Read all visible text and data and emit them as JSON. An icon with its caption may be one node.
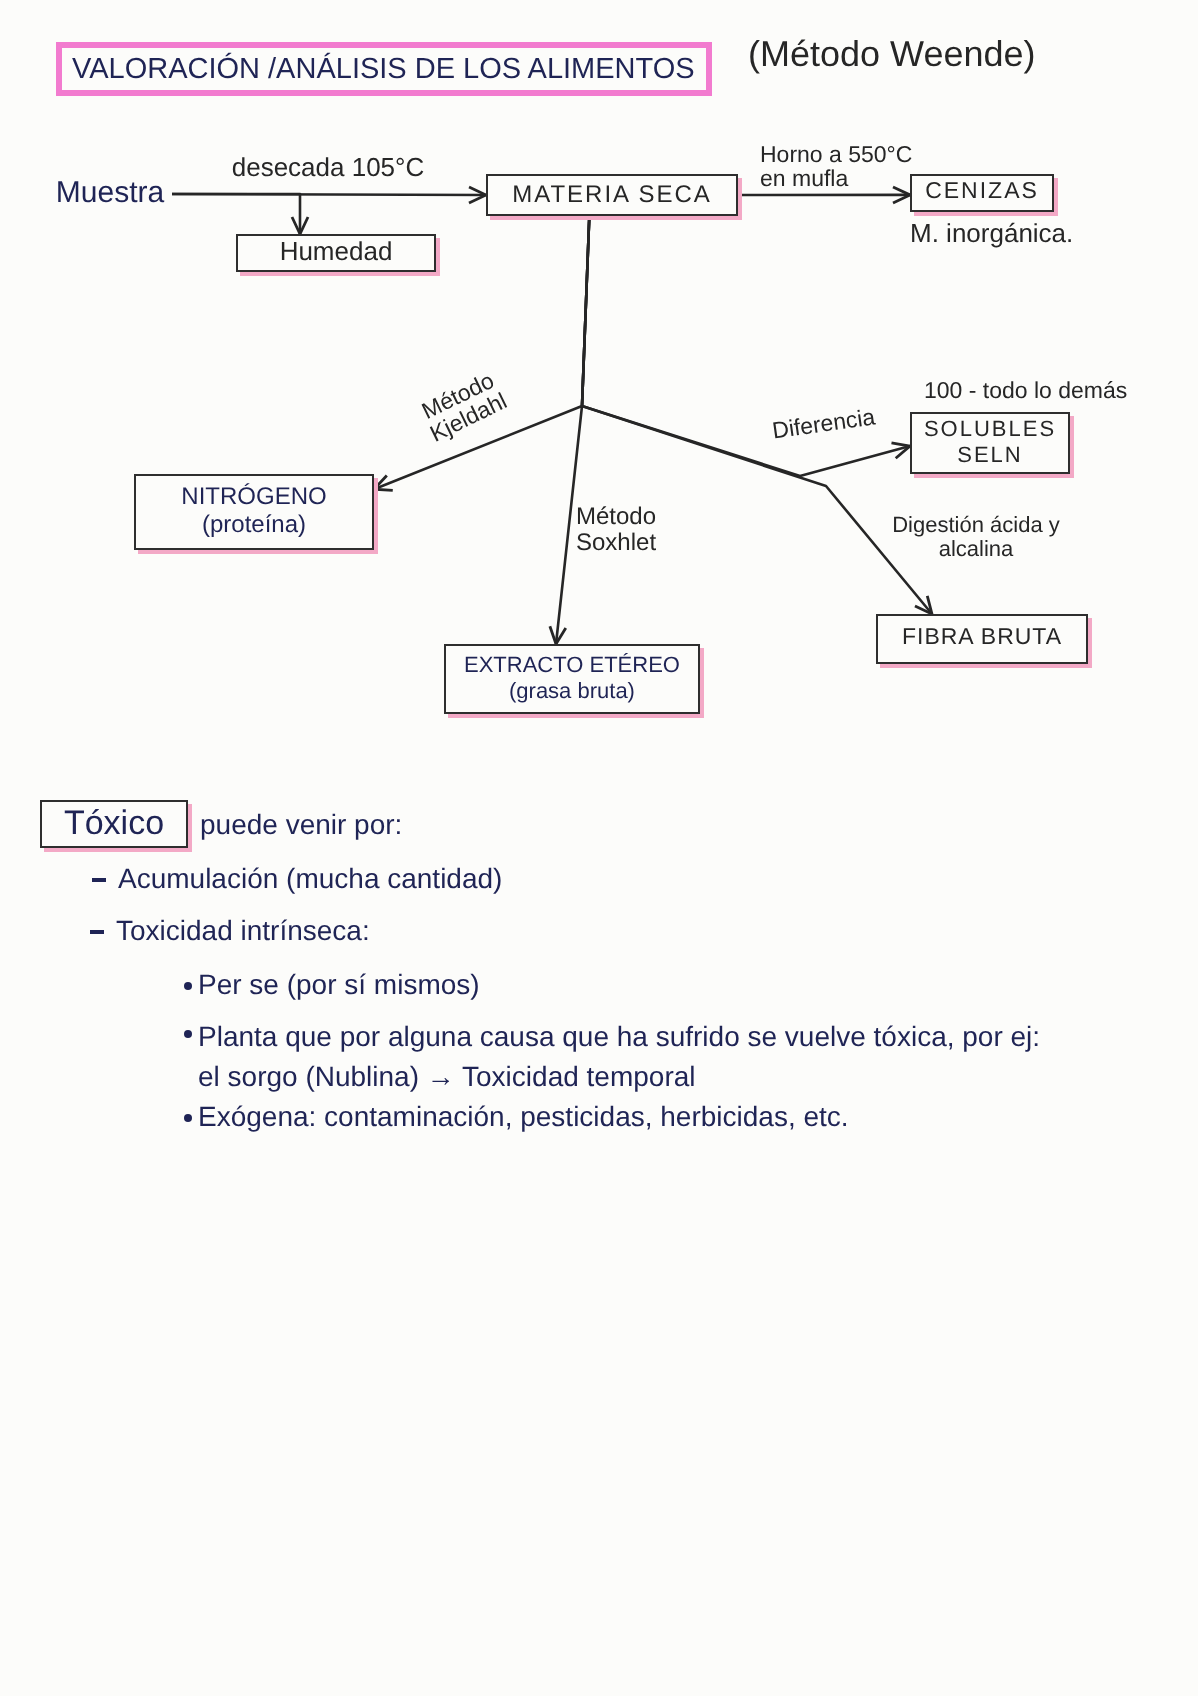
{
  "diagram": {
    "title": "VALORACIÓN /ANÁLISIS DE LOS ALIMENTOS",
    "nodes": [
      {
        "text": [
          "Muestra"
        ]
      },
      {
        "text": [
          "MATERIA SECA"
        ]
      },
      {
        "text": [
          "CENIZAS"
        ],
        "beside": [
          "M. inorgánica."
        ]
      },
      {
        "text": [
          "Humedad"
        ]
      },
      {
        "text": [
          "SOLUBLES SELN"
        ],
        "beside": [
          "100 - todo lo demás"
        ]
      },
      {
        "text": [
          "NITRÓGENO",
          "(proteína)"
        ]
      },
      {
        "text": [
          "FIBRA BRUTA"
        ]
      },
      {
        "text": [
          "EXTRACTO ETÉREO",
          "(grasa bruta)"
        ]
      },
      {
        "text": [
          "Tóxico"
        ],
        "beside": [
          "puede venir por:"
        ]
      }
    ],
    "edges": [
      {
        "from": 0,
        "to": 1,
        "arrow": "to",
        "label": "desecada 105°C"
      },
      {
        "from": 0,
        "to": 3,
        "arrow": "to"
      },
      {
        "from": 1,
        "to": 2,
        "arrow": "to",
        "label": "Horno a 550°C en mufla"
      },
      {
        "from": 1,
        "to": 5,
        "arrow": "to",
        "label": "Método Kjeldahl"
      },
      {
        "from": 1,
        "to": 7,
        "arrow": "to",
        "label": "Método Soxhlet"
      },
      {
        "from": 1,
        "to": 4,
        "arrow": "to",
        "label": "Diferencia"
      },
      {
        "from": 1,
        "to": 6,
        "arrow": "to",
        "label": "Digestión ácida y alcalina"
      }
    ],
    "labels": [
      "(Método Weende)",
      "Acumulación (mucha cantidad)",
      "Toxicidad intrínseca:",
      "Per se (por sí mismos)",
      "Planta que por alguna causa que ha sufrido se vuelve tóxica, por ej: el sorgo (Nublina) → Toxicidad temporal",
      "Exógena: contaminación, pesticidas, herbicidas, etc."
    ]
  }
}
